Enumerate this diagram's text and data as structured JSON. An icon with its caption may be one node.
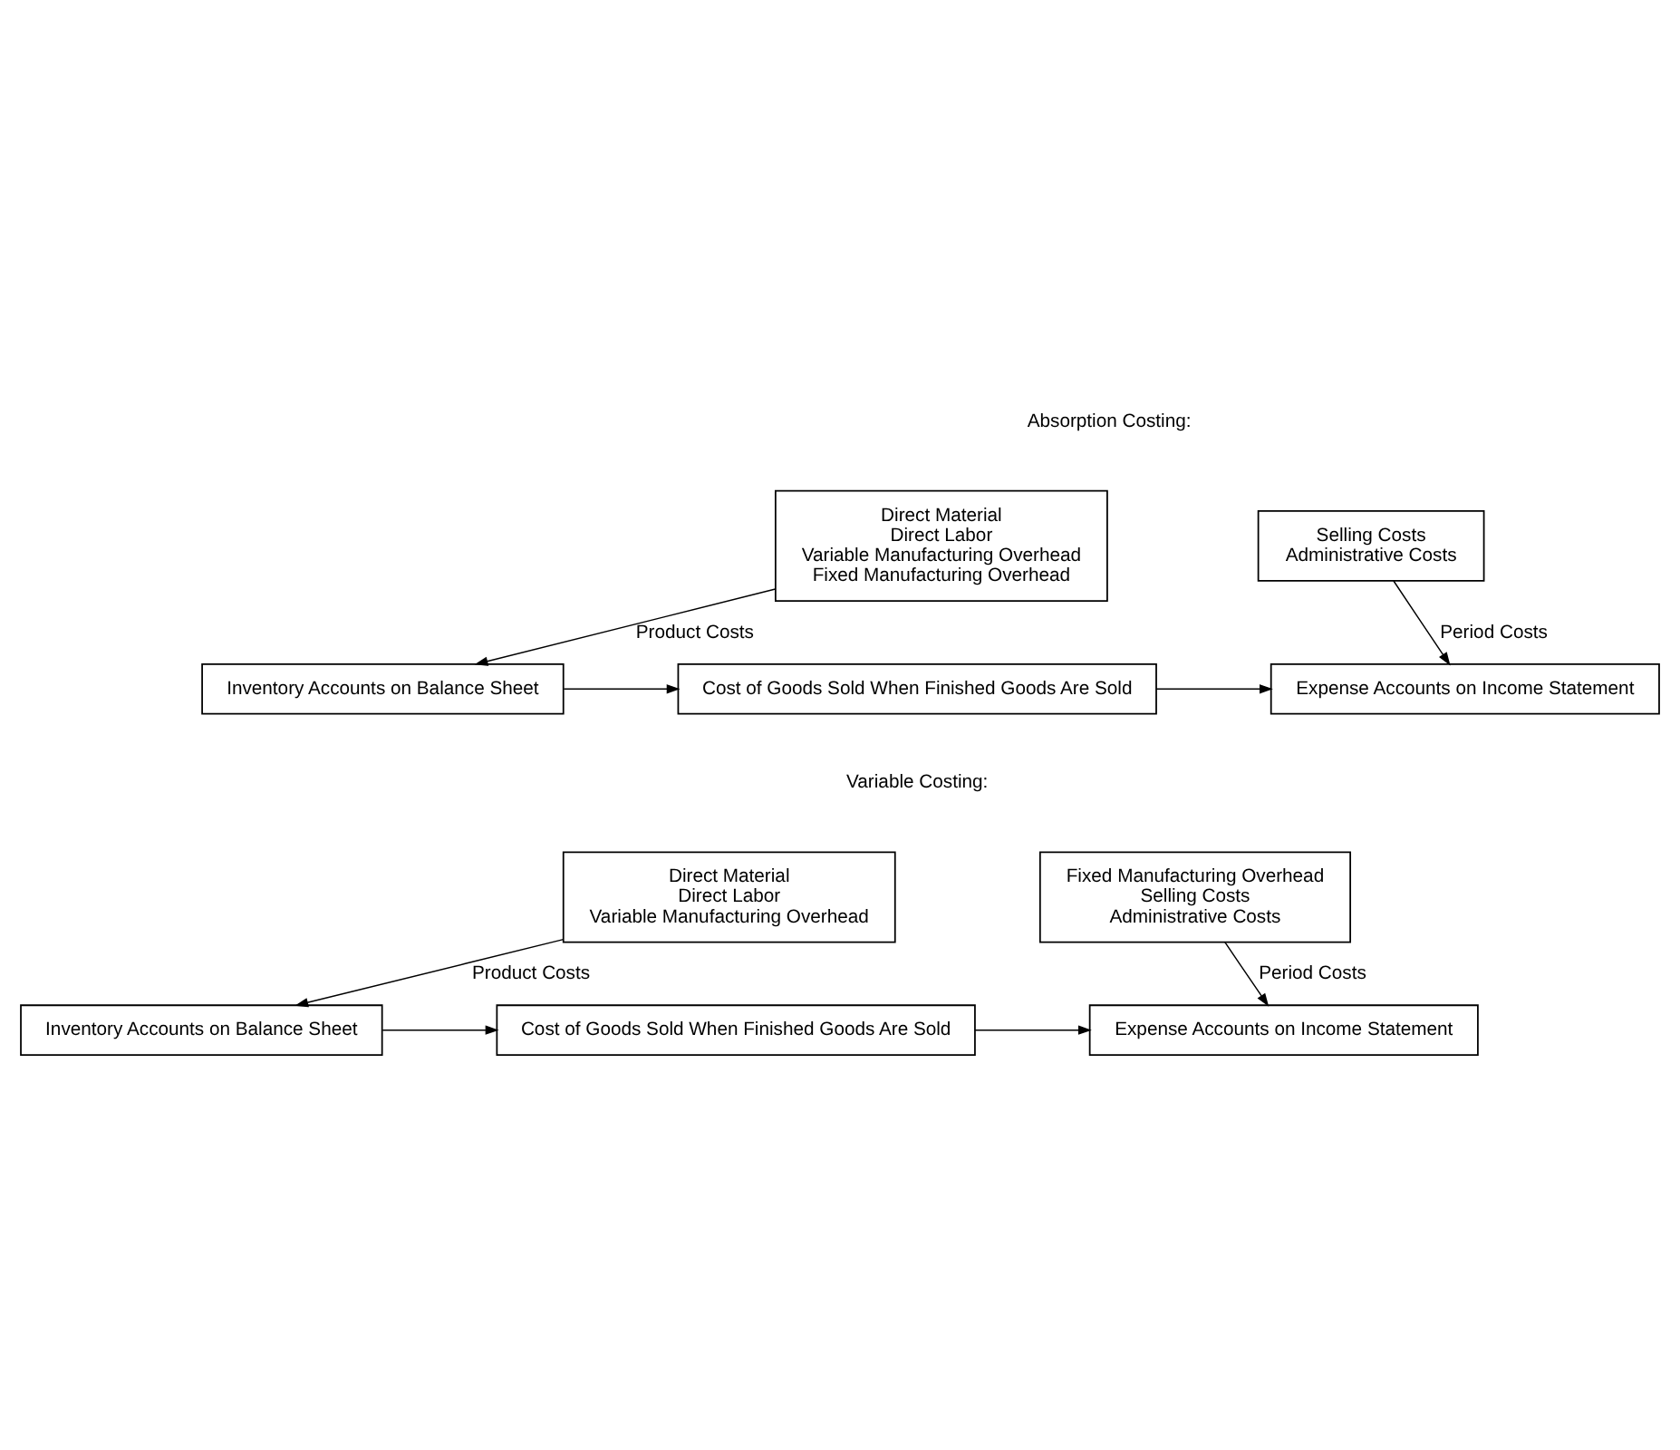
{
  "diagram": {
    "nodes": [
      {
        "text": [
          "Direct Material",
          "Direct Labor",
          "Variable Manufacturing Overhead",
          "Fixed Manufacturing Overhead"
        ]
      },
      {
        "text": [
          "Selling Costs",
          "Administrative Costs"
        ]
      },
      {
        "text": [
          "Inventory Accounts on Balance Sheet"
        ]
      },
      {
        "text": [
          "Cost of Goods Sold When Finished Goods Are Sold"
        ]
      },
      {
        "text": [
          "Expense Accounts on Income Statement"
        ]
      },
      {
        "text": [
          "Direct Material",
          "Direct Labor",
          "Variable Manufacturing Overhead"
        ]
      },
      {
        "text": [
          "Fixed Manufacturing Overhead",
          "Selling Costs",
          "Administrative Costs"
        ]
      },
      {
        "text": [
          "Inventory Accounts on Balance Sheet"
        ]
      },
      {
        "text": [
          "Cost of Goods Sold When Finished Goods Are Sold"
        ]
      },
      {
        "text": [
          "Expense Accounts on Income Statement"
        ]
      }
    ],
    "edges": [
      {
        "from": 0,
        "to": 2,
        "arrow": "to",
        "label": "Product Costs"
      },
      {
        "from": 1,
        "to": 4,
        "arrow": "to",
        "label": "Period Costs"
      },
      {
        "from": 2,
        "to": 3,
        "arrow": "to"
      },
      {
        "from": 3,
        "to": 4,
        "arrow": "to"
      },
      {
        "from": 5,
        "to": 7,
        "arrow": "to",
        "label": "Product Costs"
      },
      {
        "from": 6,
        "to": 9,
        "arrow": "to",
        "label": "Period Costs"
      },
      {
        "from": 7,
        "to": 8,
        "arrow": "to"
      },
      {
        "from": 8,
        "to": 9,
        "arrow": "to"
      }
    ],
    "labels": [
      "Absorption Costing:",
      "Variable Costing:"
    ]
  }
}
